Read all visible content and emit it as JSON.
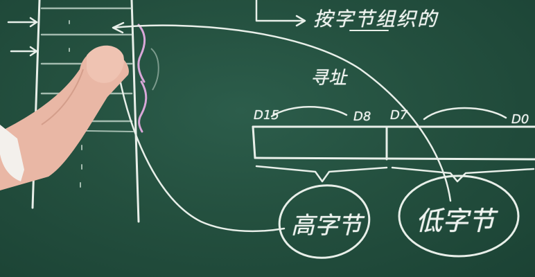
{
  "board": {
    "top_note": "按字节组织的",
    "addressing": "寻址",
    "bits": {
      "d15": "D15",
      "d8": "D8",
      "d7": "D7",
      "d0": "D0"
    },
    "high_byte": "高字节",
    "low_byte": "低字节"
  },
  "colors": {
    "board": "#24503f",
    "chalk": "#e8efe9",
    "pink_chalk": "#d9a7d8",
    "skin": "#e9b7a5"
  }
}
